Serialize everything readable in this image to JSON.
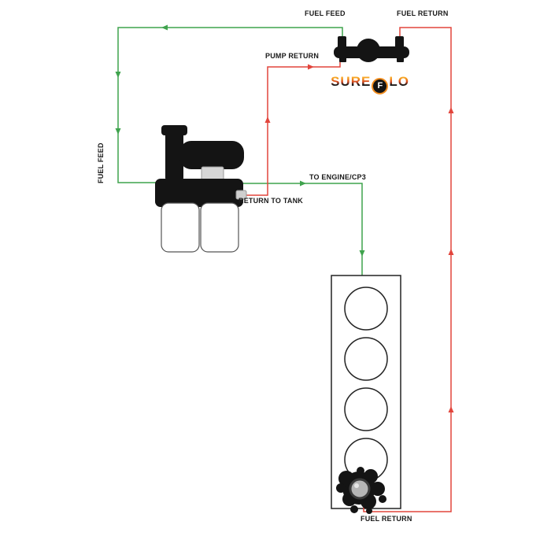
{
  "diagram": {
    "title_hint": "fuel system flow diagram",
    "labels": {
      "fuel_feed_top": "FUEL FEED",
      "fuel_return_top": "FUEL RETURN",
      "pump_return": "PUMP RETURN",
      "to_engine_cp3": "TO ENGINE/CP3",
      "return_to_tank": "RETURN TO TANK",
      "fuel_feed_left": "FUEL FEED",
      "fuel_return_bottom": "FUEL RETURN"
    },
    "logo": {
      "part1": "SURE",
      "circle_letter": "F",
      "part2": "LO"
    },
    "colors": {
      "feed_line": "#3fa34d",
      "return_line": "#e2453c",
      "component": "#141414",
      "logo_flame": "#f08c1e"
    }
  }
}
